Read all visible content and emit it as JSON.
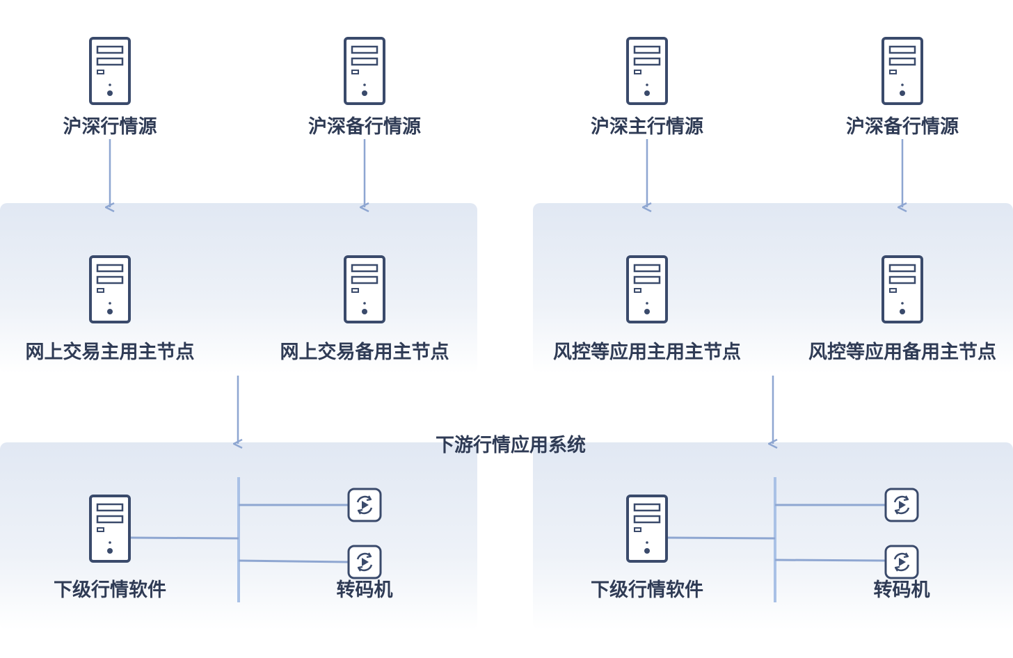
{
  "sources": [
    {
      "label": "沪深行情源"
    },
    {
      "label": "沪深备行情源"
    },
    {
      "label": "沪深主行情源"
    },
    {
      "label": "沪深备行情源"
    }
  ],
  "nodes": [
    {
      "label": "网上交易主用主节点"
    },
    {
      "label": "网上交易备用主节点"
    },
    {
      "label": "风控等应用主用主节点"
    },
    {
      "label": "风控等应用备用主节点"
    }
  ],
  "downstream": {
    "title": "下游行情应用系统",
    "groups": [
      {
        "software_label": "下级行情软件",
        "transcoder_label": "转码机"
      },
      {
        "software_label": "下级行情软件",
        "transcoder_label": "转码机"
      }
    ]
  },
  "colors": {
    "panel_top": "#e1e8f3",
    "icon_stroke": "#3a4a6b",
    "arrow": "#8ea6d1",
    "bus": "#a9c1e6",
    "text": "#2f3b55"
  }
}
